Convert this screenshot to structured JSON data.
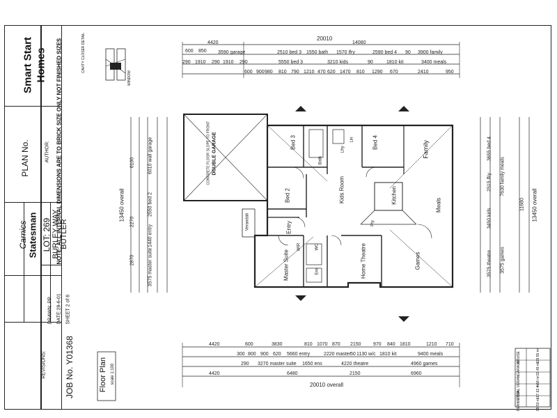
{
  "title_block": {
    "company_line1": "Smart Start",
    "company_line2": "Homes",
    "author_label": "AUTHOR:",
    "plan_no_label": "PLAN No.",
    "design_label": "Carnics",
    "design_name": "Statesman",
    "note": "NOTE: ALL INTERNAL DIMENSIONS ARE TO BRICK SIZE ONLY NOT FINISHED SIZES",
    "lot_label": "LOT: 269",
    "street": "BURLEY WAY",
    "suburb": "BUTLER",
    "drawn_label": "DRAWN: PP",
    "date_label": "DATE:28-6-01",
    "sheet_label": "SHEET 2 of 6",
    "revisions_label": "REVISIONS:",
    "job_label": "JOB No. Y01368",
    "drawing_title": "Floor Plan",
    "scale": "scale 1:100",
    "cavity_note": "CAVITY CLOSER DETAIL",
    "cavity_note2": "WINDOW"
  },
  "dimensions": {
    "top_overall": "20010",
    "top_left": "4420",
    "top_right": "14080",
    "top_row2": [
      "600",
      "850",
      "3590 garage",
      "2510 bed 3",
      "1550 bath",
      "1570 lfry",
      "2590 bed 4",
      "90",
      "3900 family"
    ],
    "top_row3": [
      "290",
      "1910",
      "290",
      "1910",
      "290",
      "5550 bed 3",
      "3210 kids",
      "90",
      "1810 kit",
      "3400 meals"
    ],
    "top_row4": [
      "600",
      "900",
      "980",
      "810",
      "790",
      "1210",
      "470",
      "620",
      "1470",
      "810",
      "1290",
      "670",
      "2410",
      "950"
    ],
    "bottom_row1": [
      "4420",
      "600",
      "3830",
      "810",
      "1070",
      "870",
      "2150",
      "970",
      "840",
      "1810",
      "1210",
      "710"
    ],
    "bottom_row2": [
      "300",
      "800",
      "900",
      "620",
      "5660 entry",
      "2220 master",
      "50",
      "1130 w/c",
      "1810 kit",
      "9400 meals"
    ],
    "bottom_row3": [
      "290",
      "3270 master suite",
      "1650 ens",
      "4220 theatre",
      "4960 games"
    ],
    "bottom_row4": [
      "4420",
      "6480",
      "2150",
      "6960"
    ],
    "bottom_overall": "20010 overall",
    "left_overall": "13450 overall",
    "left_row1": [
      "6100",
      "2270",
      "2870"
    ],
    "left_row2": [
      "6010 wall garage",
      "2550 bed 2",
      "1440 entry",
      "3575 master suite"
    ],
    "right_overall": "13450 overall",
    "right_row1": [
      "11680"
    ],
    "right_row2": [
      "7630 family meals",
      "3575 games"
    ],
    "right_row3": [
      "3655 bed 4",
      "2515 lfry",
      "3450 kids",
      "3575 theatre"
    ]
  },
  "rooms": {
    "garage": "DOUBLE GARAGE",
    "garage_note": "CONCRETE FLOOR SLOPE TO FRONT",
    "bed3": "Bed 3",
    "bed4": "Bed 4",
    "bed2": "Bed 2",
    "family": "Family",
    "kids_room": "Kids Room",
    "kitchen": "Kitchen",
    "meals": "Meals",
    "games": "Games",
    "entry": "Entry",
    "verandah": "Verandah",
    "master": "Master Suite",
    "theatre": "Home Theatre",
    "ens": "Ens",
    "wc": "WC",
    "bath": "Bath",
    "lfry": "Lfry",
    "lin": "Lin",
    "wir": "WIR",
    "pantry": "Pty"
  },
  "area_table": {
    "rows": [
      {
        "label": "HOUSE",
        "value": "129.55 m²"
      },
      {
        "label": "GARAGE",
        "value": "33.49 m²"
      },
      {
        "label": "VERAN.",
        "value": "4.58 m²"
      },
      {
        "label": "TOTAL",
        "value": "167.62 m²"
      },
      {
        "label": "PERIMETER",
        "value": "69.53 m"
      }
    ]
  }
}
